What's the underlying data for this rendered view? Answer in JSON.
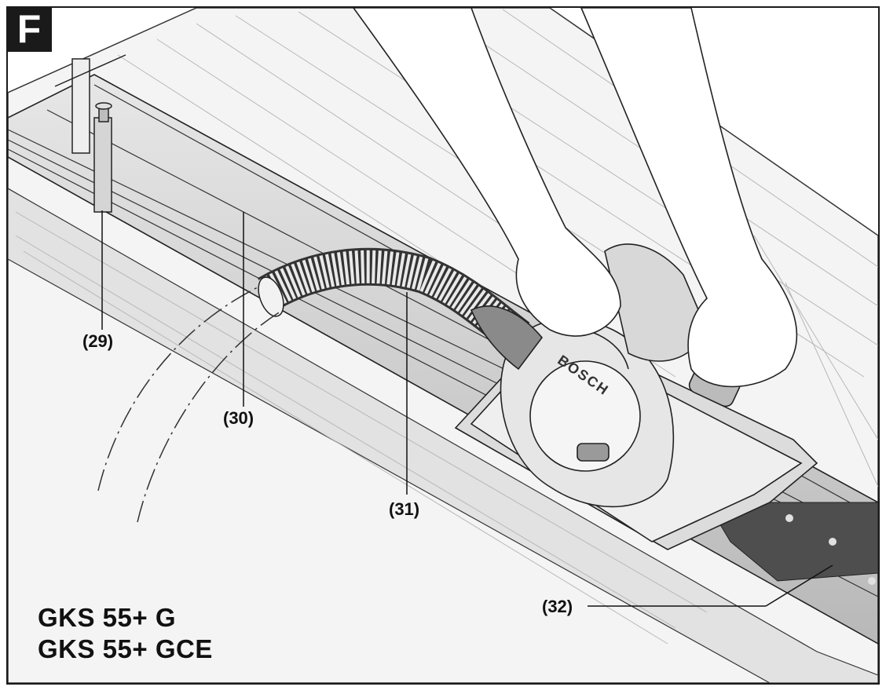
{
  "figure": {
    "badge": "F",
    "callouts": [
      {
        "id": "29",
        "label": "(29)"
      },
      {
        "id": "30",
        "label": "(30)"
      },
      {
        "id": "31",
        "label": "(31)"
      },
      {
        "id": "32",
        "label": "(32)"
      }
    ],
    "models": [
      "GKS 55+ G",
      "GKS 55+ GCE"
    ],
    "brand_on_tool": "BOSCH"
  },
  "colors": {
    "line": "#222222",
    "board_light": "#f1f1f1",
    "board_dark": "#d9d9d9",
    "rail": "#bdbdbd",
    "strip": "#4a4a4a"
  }
}
